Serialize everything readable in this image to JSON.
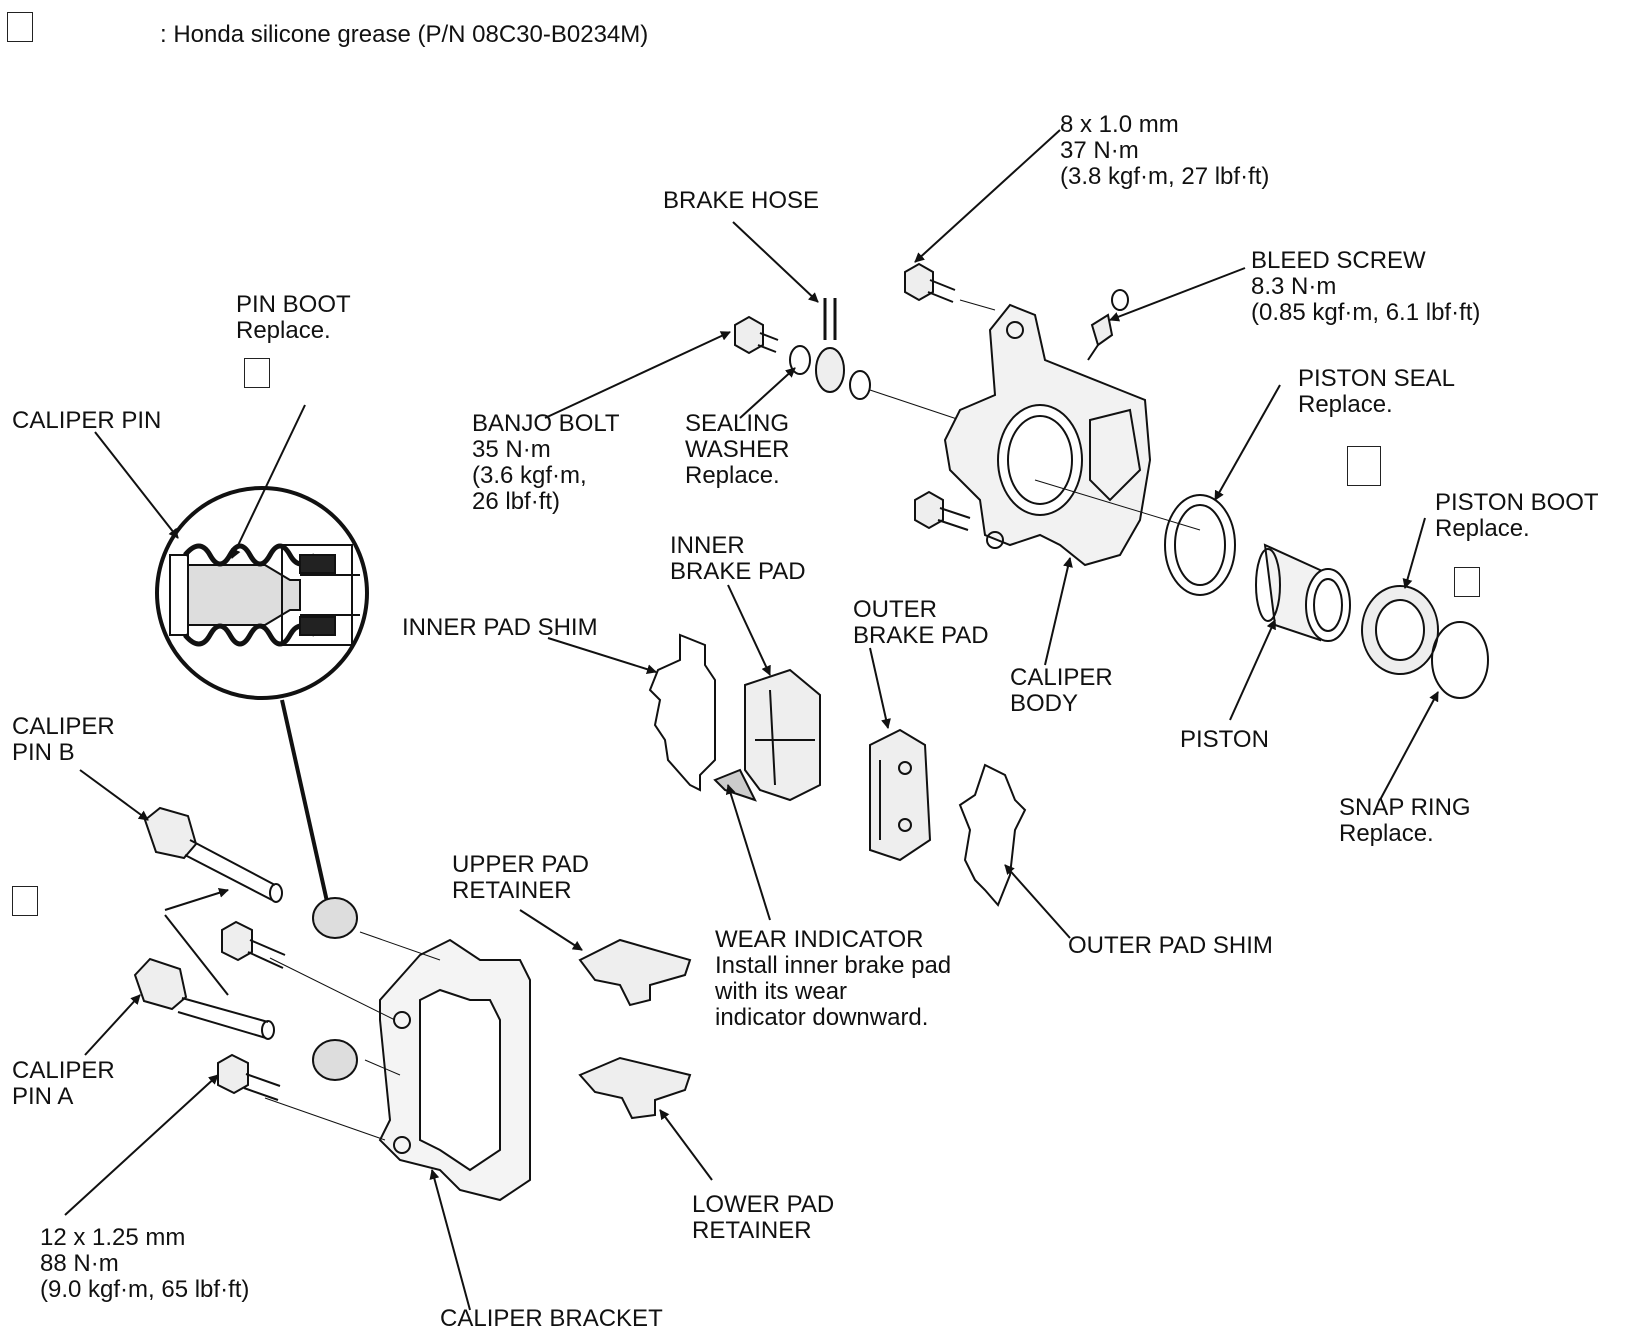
{
  "legend": {
    "text": ": Honda silicone grease (P/N 08C30-B0234M)"
  },
  "labels": {
    "pin_boot": [
      "PIN BOOT",
      "Replace."
    ],
    "caliper_pin": [
      "CALIPER PIN"
    ],
    "caliper_pin_b": [
      "CALIPER",
      "PIN B"
    ],
    "caliper_pin_a": [
      "CALIPER",
      "PIN A"
    ],
    "bolt_12": [
      "12 x 1.25 mm",
      "88 N·m",
      "(9.0 kgf·m, 65 lbf·ft)"
    ],
    "caliper_bracket": [
      "CALIPER BRACKET"
    ],
    "brake_hose": [
      "BRAKE HOSE"
    ],
    "banjo_bolt": [
      "BANJO BOLT",
      "35 N·m",
      "(3.6 kgf·m,",
      "26 lbf·ft)"
    ],
    "sealing_washer": [
      "SEALING",
      "WASHER",
      "Replace."
    ],
    "bolt_8": [
      "8 x 1.0 mm",
      "37 N·m",
      "(3.8 kgf·m, 27 lbf·ft)"
    ],
    "bleed_screw": [
      "BLEED SCREW",
      "8.3 N·m",
      "(0.85 kgf·m, 6.1 lbf·ft)"
    ],
    "piston_seal": [
      "PISTON SEAL",
      "Replace."
    ],
    "piston_boot": [
      "PISTON BOOT",
      "Replace."
    ],
    "inner_brake_pad": [
      "INNER",
      "BRAKE PAD"
    ],
    "inner_pad_shim": [
      "INNER PAD SHIM"
    ],
    "outer_brake_pad": [
      "OUTER",
      "BRAKE PAD"
    ],
    "caliper_body": [
      "CALIPER",
      "BODY"
    ],
    "piston": [
      "PISTON"
    ],
    "snap_ring": [
      "SNAP RING",
      "Replace."
    ],
    "upper_pad_retainer": [
      "UPPER PAD",
      "RETAINER"
    ],
    "wear_indicator": [
      "WEAR INDICATOR",
      "Install inner brake pad",
      "with its wear",
      "indicator downward."
    ],
    "outer_pad_shim": [
      "OUTER PAD SHIM"
    ],
    "lower_pad_retainer": [
      "LOWER PAD",
      "RETAINER"
    ]
  }
}
